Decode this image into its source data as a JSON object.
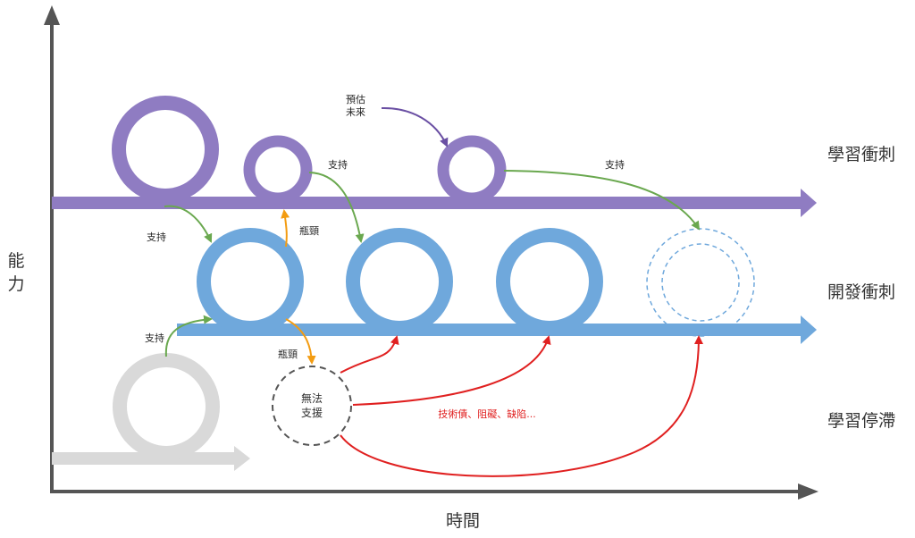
{
  "axes": {
    "y_label": "能\n力",
    "x_label": "時間"
  },
  "lanes": [
    {
      "id": "learning-sprint",
      "label": "學習衝刺",
      "color": "#8f7cc2"
    },
    {
      "id": "dev-sprint",
      "label": "開發衝刺",
      "color": "#6fa8dc"
    },
    {
      "id": "stagnation",
      "label": "學習停滯",
      "color": "#d9d9d9"
    }
  ],
  "annotations": {
    "predict_line1": "預估",
    "predict_line2": "未來",
    "support": "支持",
    "bottleneck": "瓶頸",
    "unsupported_line1": "無法",
    "unsupported_line2": "支援",
    "debt": "技術債、阻礙、缺陷..."
  },
  "colors": {
    "support_arrow": "#6aa84f",
    "bottleneck_arrow": "#f39c12",
    "debt_arrow": "#e02020",
    "predict_arrow": "#6a4fa3",
    "axis": "#555555"
  }
}
